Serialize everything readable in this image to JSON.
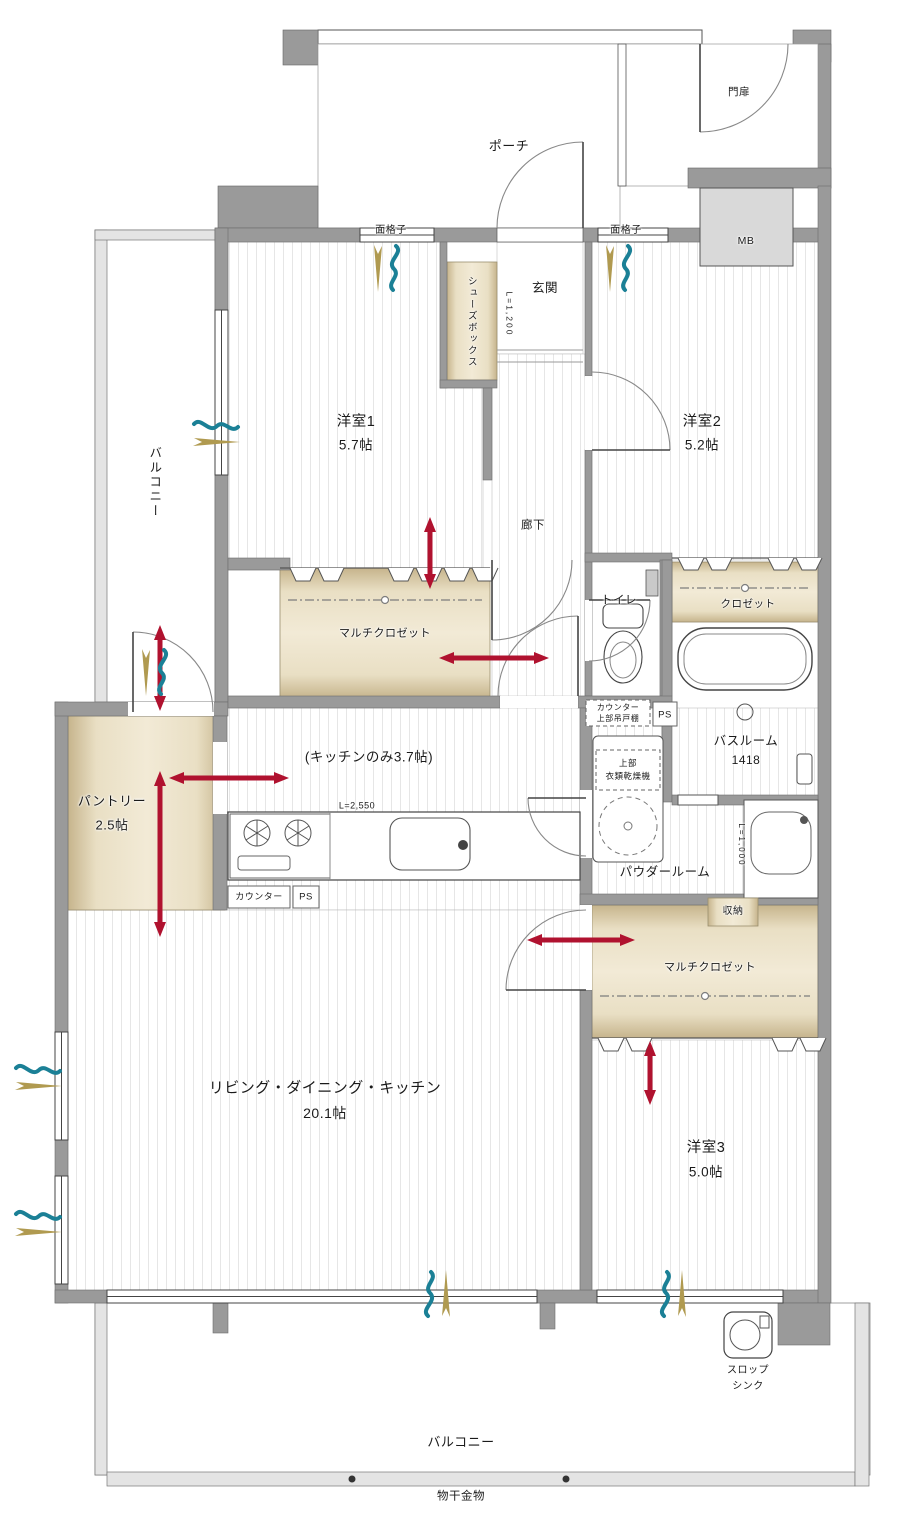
{
  "labels": {
    "porch": "ポーチ",
    "gate": "門扉",
    "mb": "MB",
    "grille_left": "面格子",
    "grille_right": "面格子",
    "genkan": "玄関",
    "shoe_box": "シューズボックス",
    "shoe_l": "L=1,200",
    "bed1": "洋室1",
    "bed1_size": "5.7帖",
    "bed2": "洋室2",
    "bed2_size": "5.2帖",
    "balcony_left": "バルコニー",
    "hallway": "廊下",
    "multi_closet1": "マルチクロゼット",
    "toilet": "トイレ",
    "closet": "クロゼット",
    "cupboard_line1": "カウンター",
    "cupboard_line2": "上部吊戸棚",
    "ps_top": "PS",
    "bath": "バスルーム",
    "bath_size": "1418",
    "dryer_line1": "上部",
    "dryer_line2": "衣類乾燥機",
    "pantry": "パントリー",
    "pantry_size": "2.5帖",
    "kitchen_note": "(キッチンのみ3.7帖)",
    "counter_length": "L=2,550",
    "counter": "カウンター",
    "ps_kitchen": "PS",
    "powder": "パウダールーム",
    "basin_length": "L=1,000",
    "shuno": "収納",
    "multi_closet2": "マルチクロゼット",
    "ldk": "リビング・ダイニング・キッチン",
    "ldk_size": "20.1帖",
    "bed3": "洋室3",
    "bed3_size": "5.0帖",
    "slop_line1": "スロップ",
    "slop_line2": "シンク",
    "balcony_bottom": "バルコニー",
    "laundry_hw": "物干金物"
  },
  "colors": {
    "wall_gray": "#9a9a9a",
    "closet_tan": "#d9cca9",
    "arrow_red": "#b0122f",
    "airflow_teal": "#1b8096",
    "airflow_gold": "#b09a50"
  }
}
